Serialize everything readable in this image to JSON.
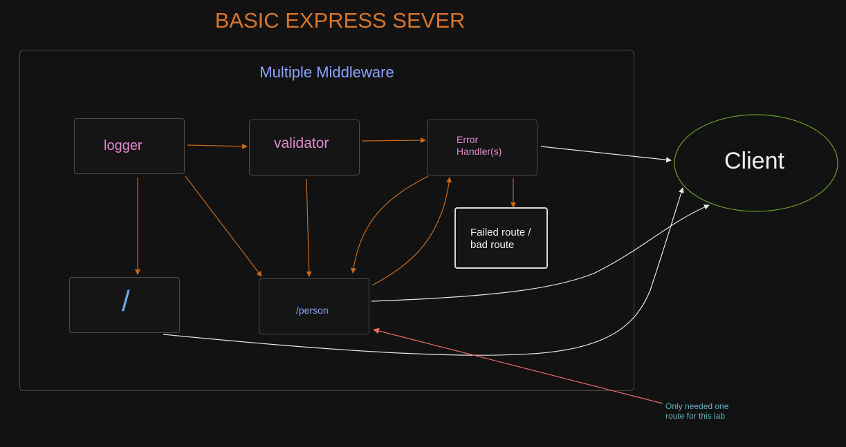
{
  "title": "BASIC EXPRESS SEVER",
  "subtitle": "Multiple Middleware",
  "nodes": {
    "logger": "logger",
    "validator": "validator",
    "error_handler": {
      "line1": "Error",
      "line2": "Handler(s)"
    },
    "failed_route": {
      "line1": "Failed route /",
      "line2": "bad route"
    },
    "root_route": "/",
    "person_route": "/person",
    "client": "Client"
  },
  "annotation": {
    "line1": "Only needed one",
    "line2": "route for this lab"
  },
  "colors": {
    "background": "#121212",
    "title": "#d9762a",
    "accent_blue": "#8aa3ff",
    "node_text_pink": "#e28ad0",
    "orange_arrow": "#c96a1a",
    "white_arrow": "#e6e6e6",
    "client_border": "#6a9a2e",
    "annotation_arrow": "#e86a6a",
    "annotation_text": "#5fb0c8"
  }
}
